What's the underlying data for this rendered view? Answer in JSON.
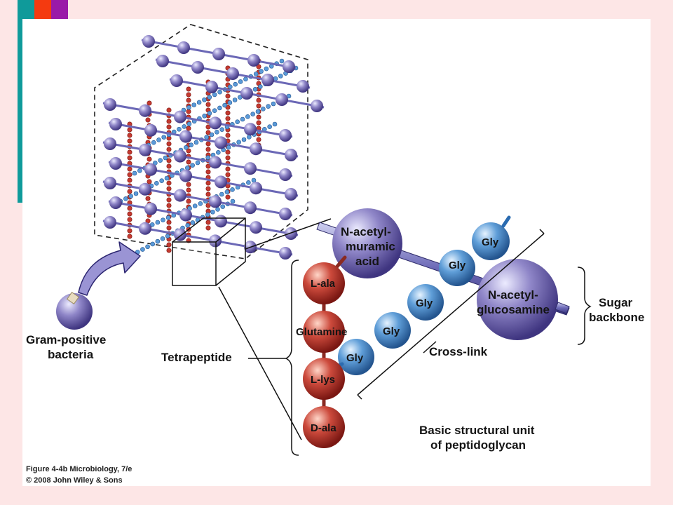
{
  "labels": {
    "gram_positive_line1": "Gram-positive",
    "gram_positive_line2": "bacteria",
    "tetrapeptide": "Tetrapeptide",
    "nam_line1": "N-acetyl-",
    "nam_line2": "muramic",
    "nam_line3": "acid",
    "nag_line1": "N-acetyl-",
    "nag_line2": "glucosamine",
    "sugar_line1": "Sugar",
    "sugar_line2": "backbone",
    "crosslink": "Cross-link",
    "basic_line1": "Basic structural unit",
    "basic_line2": "of peptidoglycan",
    "l_ala": "L-ala",
    "glutamine": "Glutamine",
    "l_lys": "L-lys",
    "d_ala": "D-ala",
    "gly": [
      "Gly",
      "Gly",
      "Gly",
      "Gly",
      "Gly"
    ]
  },
  "caption": {
    "line1": "Figure 4-4b  Microbiology, 7/e",
    "line2": "© 2008 John Wiley & Sons"
  },
  "colors": {
    "background": "#fde6e6",
    "panel": "#ffffff",
    "teal": "#0f9a9a",
    "red": "#f43a10",
    "purple": "#9a1aa8",
    "sugar_sphere": "#8a80c4",
    "peptide_sphere": "#c8423a",
    "glycine_sphere": "#5a9ad8"
  }
}
